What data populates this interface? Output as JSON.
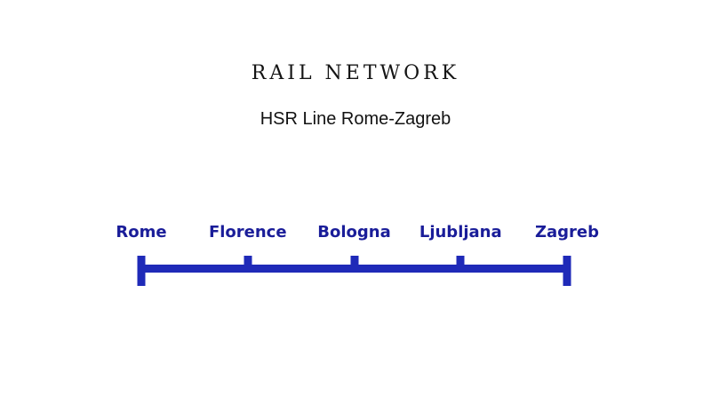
{
  "page": {
    "background": "#ffffff"
  },
  "header": {
    "title": "RAIL NETWORK",
    "subtitle": "HSR Line Rome-Zagreb"
  },
  "diagram": {
    "type": "rail-line",
    "line_color": "#1f2ab8",
    "station_label_color": "#1a1d99",
    "line_start_station": "Rome",
    "line_end_station": "Zagreb",
    "stations": [
      {
        "name": "Rome",
        "position_pct": 0,
        "endpoint": true
      },
      {
        "name": "Florence",
        "position_pct": 25,
        "endpoint": false
      },
      {
        "name": "Bologna",
        "position_pct": 50,
        "endpoint": false
      },
      {
        "name": "Ljubljana",
        "position_pct": 75,
        "endpoint": false
      },
      {
        "name": "Zagreb",
        "position_pct": 100,
        "endpoint": true
      }
    ]
  }
}
